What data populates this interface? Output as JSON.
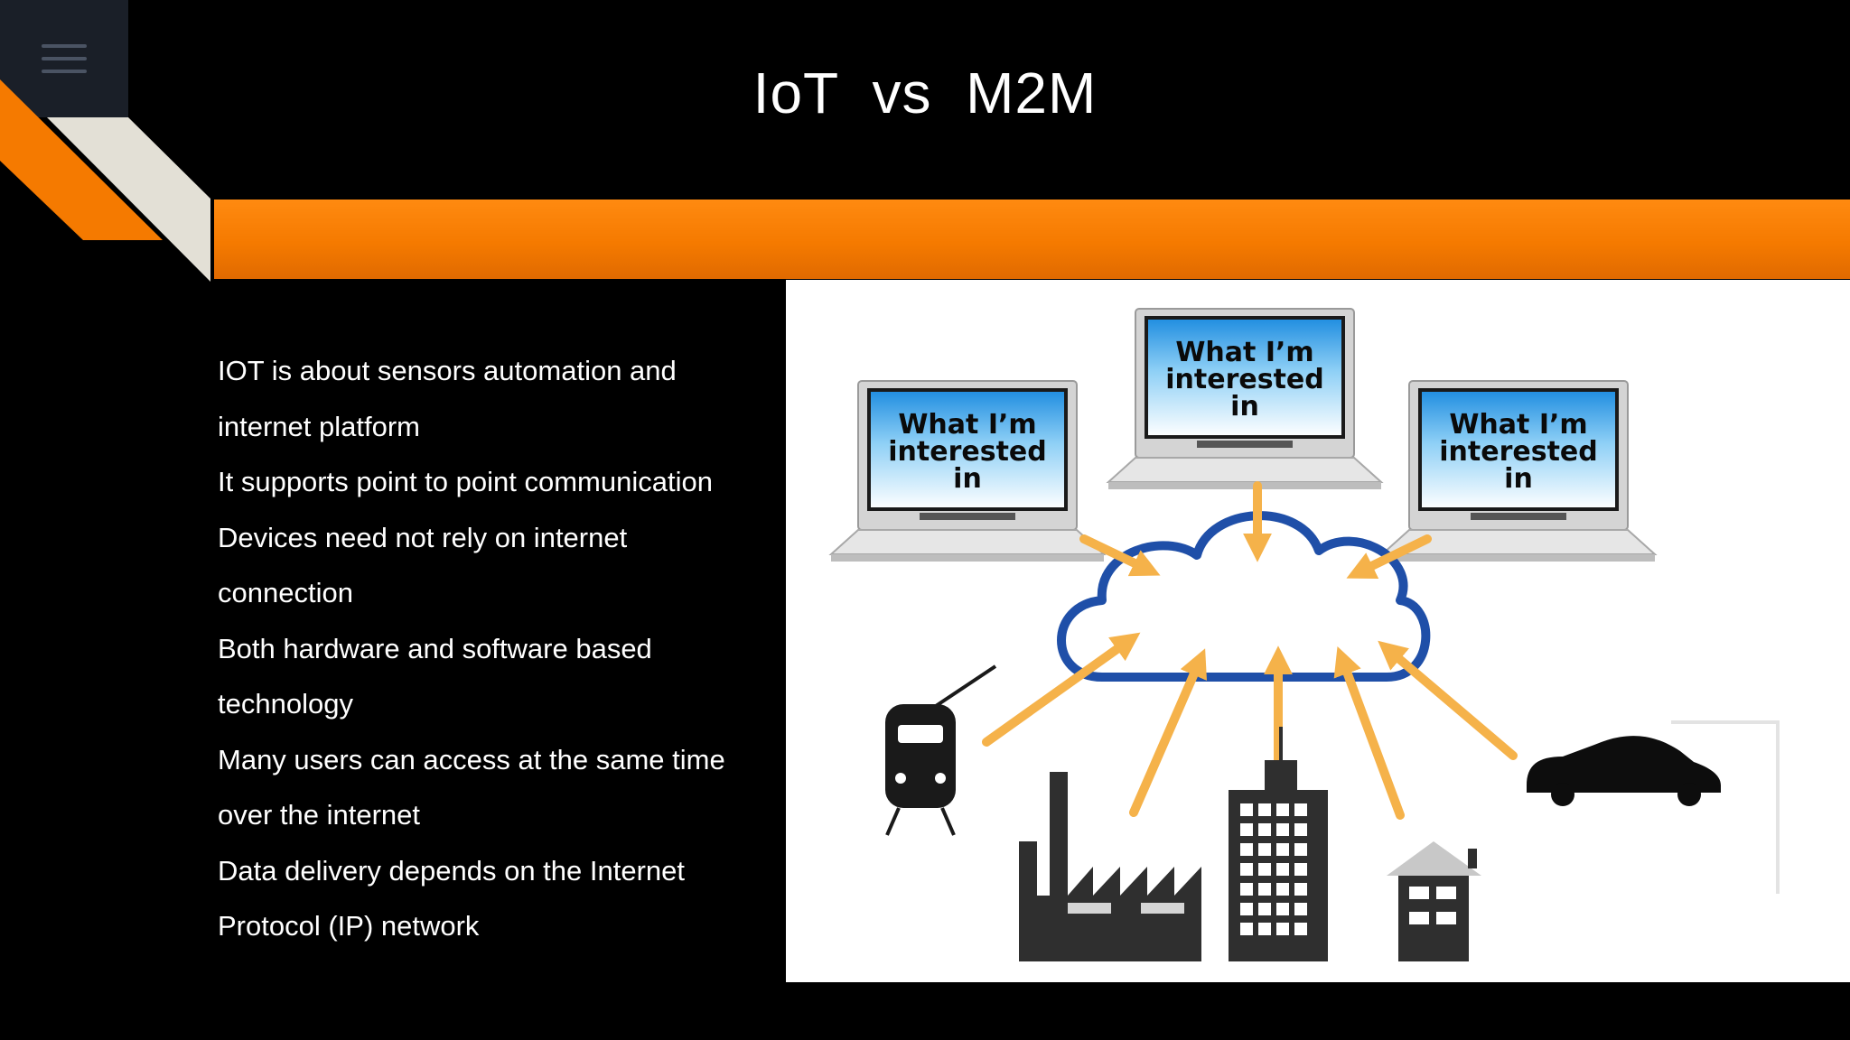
{
  "slide": {
    "title": "IoT  vs  M2M",
    "menu_icon": "hamburger-menu-icon",
    "bullets": [
      "IOT is about sensors automation and",
      "internet platform",
      "It supports point to point communication",
      "Devices need not rely on internet",
      "connection",
      "Both hardware and software based",
      "technology",
      "Many users can access  at the same time",
      "over the internet",
      "Data delivery depends on the Internet",
      "Protocol (IP) network"
    ]
  },
  "figure": {
    "laptop_caption_line1": "What I’m",
    "laptop_caption_line2": "interested",
    "laptop_caption_line3": "in",
    "icons": [
      "laptop-icon",
      "cloud-icon",
      "train-icon",
      "factory-icon",
      "building-icon",
      "house-icon",
      "car-icon"
    ]
  },
  "colors": {
    "accent_orange": "#f57a00",
    "arrow_orange": "#f5b24a",
    "cloud_blue": "#1f4fa8",
    "screen_blue": "#3aa6e6",
    "deco_cream": "#e3e0d6"
  }
}
